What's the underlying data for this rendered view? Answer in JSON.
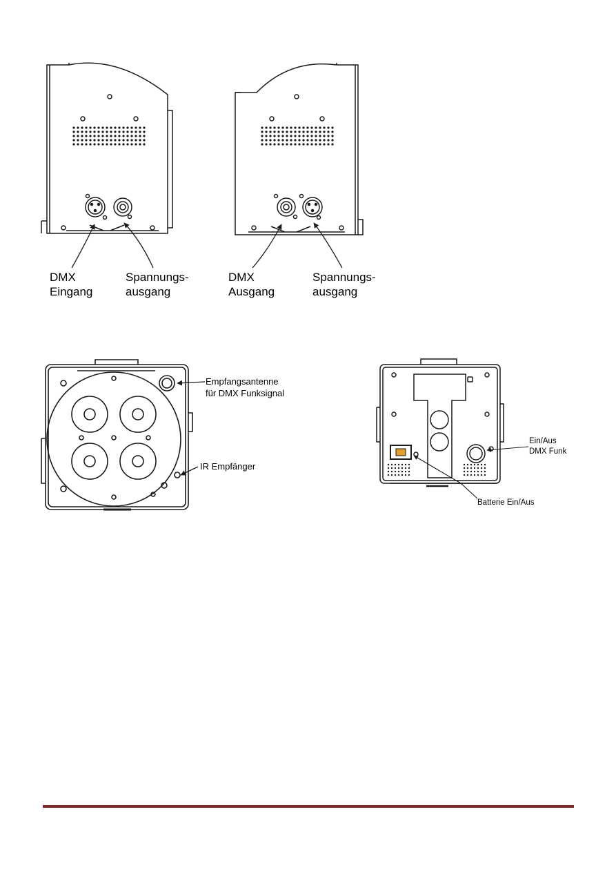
{
  "figure_side_left": {
    "dmx_label_line1": "DMX",
    "dmx_label_line2": "Eingang",
    "power_label_line1": "Spannungs-",
    "power_label_line2": "ausgang"
  },
  "figure_side_right": {
    "dmx_label_line1": "DMX",
    "dmx_label_line2": "Ausgang",
    "power_label_line1": "Spannungs-",
    "power_label_line2": "ausgang"
  },
  "figure_front": {
    "antenna_line1": "Empfangsantenne",
    "antenna_line2": "für DMX Funksignal",
    "ir_label": "IR Empfänger"
  },
  "figure_back": {
    "switch_line1": "Ein/Aus",
    "switch_line2": "DMX Funk",
    "battery_label": "Batterie Ein/Aus"
  },
  "colors": {
    "footer_rule": "#7b2c2c",
    "line": "#1a1a1a",
    "battery_switch": "#e0a030"
  }
}
